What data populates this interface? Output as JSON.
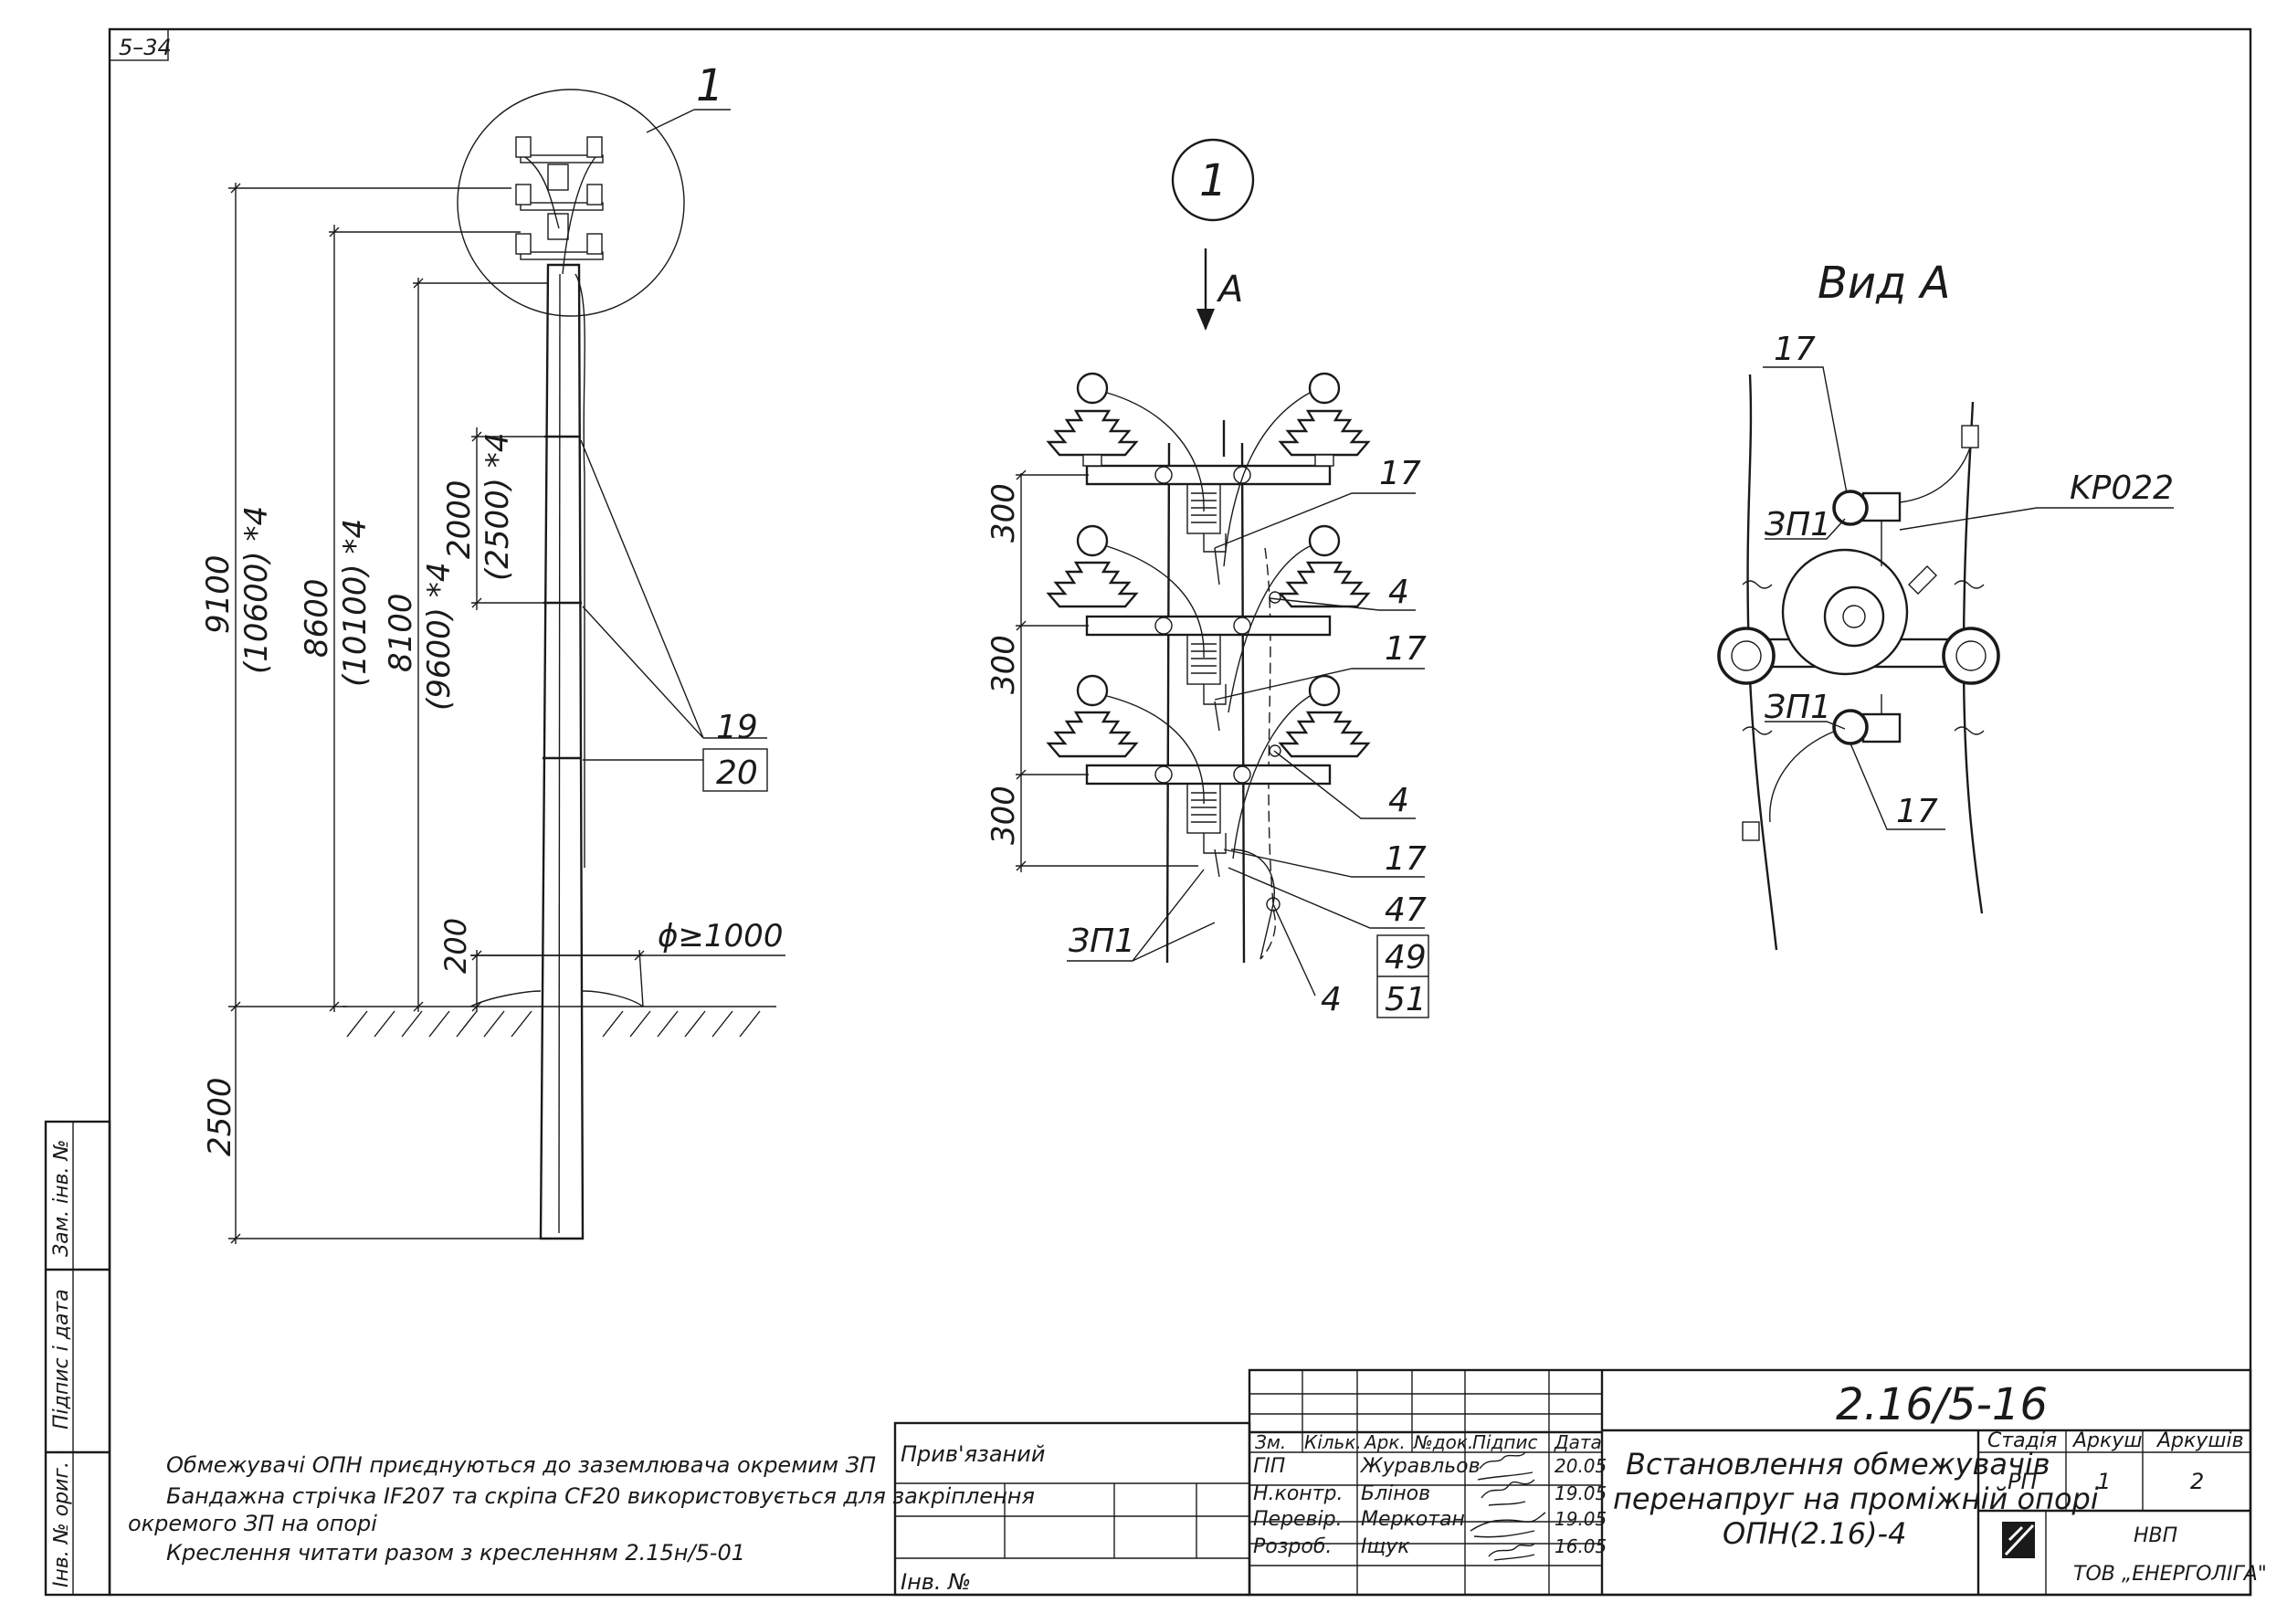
{
  "sheet_ref": "5–34",
  "left_strip": {
    "inv_no_orig": "Інв. № ориг.",
    "sign_date": "Підпис і дата",
    "replaced_inv": "Зам. інв. №"
  },
  "elevation": {
    "callout": "1",
    "dims": {
      "d9100": "9100",
      "d10600": "(10600) *4",
      "d8600": "8600",
      "d10100": "(10100) *4",
      "d8100": "8100",
      "d9600": "(9600) *4",
      "d2000": "2000",
      "d2500b": "(2500) *4",
      "d200": "200",
      "d2500": "2500",
      "diam": "ϕ≥1000"
    },
    "pos19": "19",
    "pos20": "20"
  },
  "detail": {
    "callout": "1",
    "arrow": "A",
    "d300a": "300",
    "d300b": "300",
    "d300c": "300",
    "p17a": "17",
    "p4a": "4",
    "p17b": "17",
    "p4b": "4",
    "p17c": "17",
    "p47": "47",
    "p49": "49",
    "p51": "51",
    "p4c": "4",
    "zp1": "ЗП1"
  },
  "view_a": {
    "title": "Вид А",
    "p17top": "17",
    "kr": "KP022",
    "zp1a": "ЗП1",
    "zp1b": "ЗП1",
    "p17bot": "17"
  },
  "notes": {
    "line1": "Обмежувачі ОПН приєднуються до заземлювача окремим ЗП",
    "line2": "Бандажна стрічка IF207 та скріпа CF20 використовується для закріплення",
    "line3": "окремого ЗП на опорі",
    "line4": "Креслення читати разом з кресленням 2.15н/5-01"
  },
  "title_block": {
    "attached": "Прив'язаний",
    "inv_no": "Інв. №",
    "hdr": [
      "Зм.",
      "Кільк.",
      "Арк.",
      "№док.",
      "Підпис",
      "Дата"
    ],
    "rows": [
      {
        "role": "ГІП",
        "name": "Журавльов",
        "date": "20.05"
      },
      {
        "role": "Н.контр.",
        "name": "Блінов",
        "date": "19.05"
      },
      {
        "role": "Перевір.",
        "name": "Меркотан",
        "date": "19.05"
      },
      {
        "role": "Розроб.",
        "name": "Іщук",
        "date": "16.05"
      }
    ],
    "code": "2.16/5-16",
    "title1": "Встановлення обмежувачів",
    "title2": "перенапруг на проміжній опорі",
    "title3": "ОПН(2.16)-4",
    "stage_h": "Стадія",
    "sheet_h": "Аркуш",
    "sheets_h": "Аркушів",
    "stage": "РП",
    "sheet": "1",
    "sheets": "2",
    "org1": "НВП",
    "org2": "ТОВ „ЕНЕРГОЛІГА\""
  }
}
